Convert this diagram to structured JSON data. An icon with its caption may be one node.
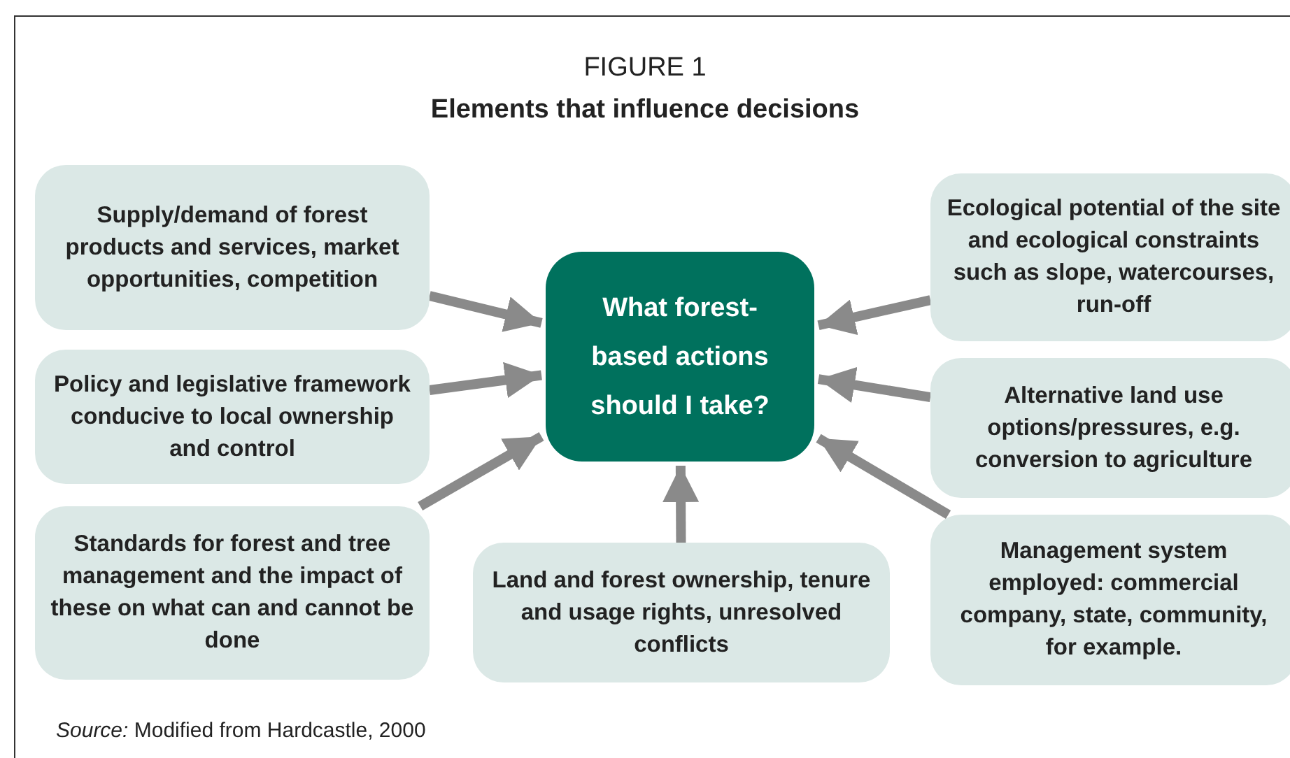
{
  "diagram": {
    "title": "Elements that influence decisions",
    "caption": "*Source:* Modified from Hardcastle, 2000",
    "nodes": [
      {
        "text": [
          "Supply/demand of forest products and services, market opportunities, competition"
        ]
      },
      {
        "text": [
          "Ecological potential of the site and ecological constraints such as slope, watercourses, run-off"
        ]
      },
      {
        "text": [
          "What forest-based actions should I take?"
        ]
      },
      {
        "text": [
          "Policy and legislative framework conducive to local ownership and control"
        ]
      },
      {
        "text": [
          "Alternative land use options/pressures, e.g. conversion to agriculture"
        ]
      },
      {
        "text": [
          "Standards for forest and tree management and the impact of these on what can and cannot be done"
        ]
      },
      {
        "text": [
          "Management system employed: commercial company, state, community, for example."
        ]
      },
      {
        "text": [
          "Land and forest ownership, tenure and usage rights, unresolved conflicts"
        ]
      }
    ],
    "edges": [
      {
        "from": 0,
        "to": 2,
        "arrow": "to"
      },
      {
        "from": 1,
        "to": 2,
        "arrow": "to"
      },
      {
        "from": 3,
        "to": 2,
        "arrow": "to"
      },
      {
        "from": 4,
        "to": 2,
        "arrow": "to"
      },
      {
        "from": 5,
        "to": 2,
        "arrow": "to"
      },
      {
        "from": 6,
        "to": 2,
        "arrow": "to"
      },
      {
        "from": 7,
        "to": 2,
        "arrow": "to"
      }
    ],
    "labels": [
      "FIGURE 1"
    ]
  }
}
